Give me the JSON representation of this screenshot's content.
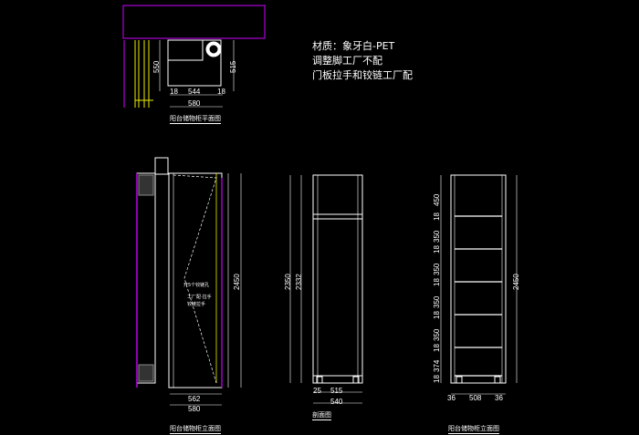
{
  "notes": [
    "材质：象牙白-PET",
    "调整脚工厂不配",
    "门板拉手和铰链工厂配"
  ],
  "captions": {
    "plan": "阳台储物柜平面图",
    "front": "阳台储物柜立面图",
    "section": "剖面图",
    "interior": "阳台储物柜立面图"
  },
  "plan": {
    "width": "580",
    "inner_width": "544",
    "side": "18",
    "depth": "550",
    "inner_depth": "515"
  },
  "front": {
    "height": "2450",
    "door_width": "562",
    "width": "580",
    "note_hinge": "开5个铰链孔",
    "note_handle_1": "工厂配·拉手",
    "note_handle_2": "铰链拉手"
  },
  "section": {
    "total_height": "2350",
    "body_height": "2332",
    "side": "25",
    "inner_depth": "515",
    "depth": "540"
  },
  "interior": {
    "height": "2450",
    "side": "36",
    "inner_width": "508",
    "panel": "18",
    "segments": [
      "450",
      "350",
      "350",
      "350",
      "350",
      "374"
    ]
  }
}
